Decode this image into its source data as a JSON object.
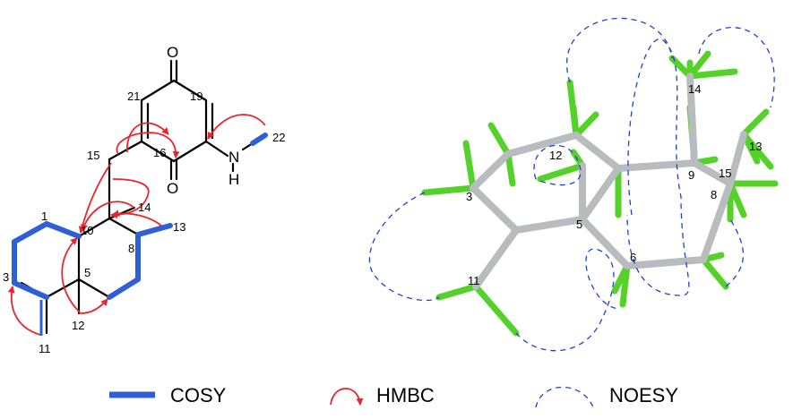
{
  "structure_2d": {
    "atom_O_top": "O",
    "atom_O_bottom": "O",
    "atom_N": "N",
    "atom_H": "H",
    "labels": {
      "c1": "1",
      "c3": "3",
      "c5": "5",
      "c8": "8",
      "c10": "10",
      "c11": "11",
      "c12": "12",
      "c13": "13",
      "c14": "14",
      "c15": "15",
      "c16": "16",
      "c19": "19",
      "c21": "21",
      "c22": "22"
    }
  },
  "model_3d": {
    "labels": {
      "c3": "3",
      "c5": "5",
      "c6": "6",
      "c8": "8",
      "c9": "9",
      "c11": "11",
      "c12": "12",
      "c13": "13",
      "c14": "14",
      "c15": "15"
    }
  },
  "legend": {
    "cosy": "COSY",
    "hmbc": "HMBC",
    "noesy": "NOESY",
    "colors": {
      "cosy": "#2f5fd6",
      "hmbc": "#e8262c",
      "noesy": "#2040d0"
    }
  }
}
